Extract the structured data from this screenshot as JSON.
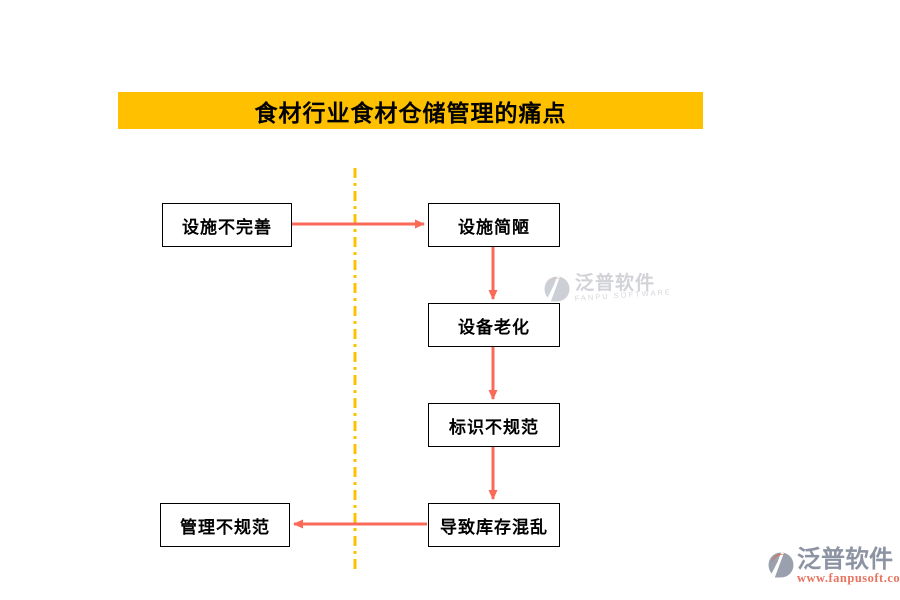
{
  "title_banner": {
    "text": "食材行业食材仓储管理的痛点",
    "background_color": "#FFC000",
    "text_color": "#000000"
  },
  "diagram": {
    "divider_color": "#FFC000",
    "arrow_color": "#FA6A58",
    "box_border_color": "#000000",
    "box_fill_color": "#FFFFFF",
    "nodes": [
      {
        "id": "n1",
        "label": "设施不完善"
      },
      {
        "id": "n2",
        "label": "设施简陋"
      },
      {
        "id": "n3",
        "label": "设备老化"
      },
      {
        "id": "n4",
        "label": "标识不规范"
      },
      {
        "id": "n5",
        "label": "导致库存混乱"
      },
      {
        "id": "n6",
        "label": "管理不规范"
      }
    ],
    "edges": [
      {
        "from": "设施不完善",
        "to": "设施简陋"
      },
      {
        "from": "设施简陋",
        "to": "设备老化"
      },
      {
        "from": "设备老化",
        "to": "标识不规范"
      },
      {
        "from": "标识不规范",
        "to": "导致库存混乱"
      },
      {
        "from": "导致库存混乱",
        "to": "管理不规范"
      }
    ]
  },
  "watermark": {
    "brand": "泛普软件",
    "subtitle": "FANPU SOFTWARE",
    "color": "#D2D3D8"
  },
  "footer_logo": {
    "brand": "泛普软件",
    "url": "www.fanpusoft.com",
    "brand_color": "#8C93A2",
    "url_color": "#E8735F",
    "icon_gray": "#9AA0AE",
    "icon_orange": "#DE6A4C"
  }
}
